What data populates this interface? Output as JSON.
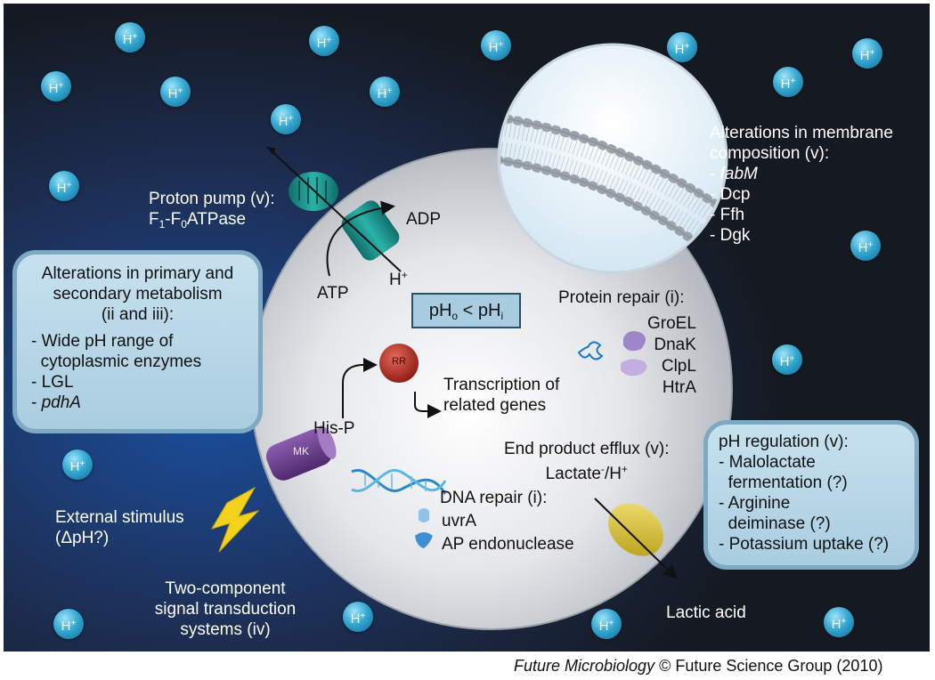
{
  "colors": {
    "background_dark": "#151a22",
    "background_blue": "#1a4f9e",
    "cell": "#d8dadd",
    "box_fill": "#b4d6e7",
    "box_border": "#7ea9c3",
    "proton": "#2b9ccb",
    "atpase": "#1a9a92",
    "mk": "#6a3a8c",
    "rr": "#b8241c",
    "efflux": "#d9c12a",
    "lightning": "#f2d21a"
  },
  "icons": [
    "proton-ion-icon",
    "atpase-icon",
    "mk-kinase-icon",
    "rr-regulator-icon",
    "lightning-icon",
    "dna-helix-icon",
    "efflux-transporter-icon",
    "membrane-bilayer-icon",
    "protein-chaperone-icon"
  ],
  "proton": {
    "label": "H",
    "charge": "+"
  },
  "proton_pump": {
    "line1": "Proton pump (v):",
    "f1": "F",
    "sub1": "1",
    "dash": "-F",
    "sub0": "0",
    "rest": "ATPase",
    "adp": "ADP",
    "atp": "ATP",
    "h": "H",
    "h_charge": "+"
  },
  "membrane": {
    "title1": "Alterations in membrane",
    "title2": "composition (v):",
    "items": [
      "fabM",
      "Dcp",
      "Ffh",
      "Dgk"
    ]
  },
  "metabolism": {
    "title1": "Alterations in primary and",
    "title2": "secondary metabolism",
    "title3": "(ii and iii):",
    "items": [
      "Wide pH range of",
      "cytoplasmic enzymes",
      "LGL",
      "pdhA"
    ]
  },
  "ph_box": {
    "ph": "pH",
    "o": "o",
    "lt": "<",
    "i": "i"
  },
  "protein_repair": {
    "title": "Protein repair (i):",
    "items": [
      "GroEL",
      "DnaK",
      "ClpL",
      "HtrA"
    ]
  },
  "signal": {
    "rr": "RR",
    "transcription1": "Transcription of",
    "transcription2": "related genes",
    "his_p": "His-P",
    "mk": "MK"
  },
  "end_product": {
    "title": "End product efflux (v):",
    "lactate": "Lactate",
    "lactate_charge": "-",
    "slash": "/H",
    "h_charge": "+",
    "lactic": "Lactic acid"
  },
  "ph_regulation": {
    "title": "pH regulation (v):",
    "items": [
      "Malolactate",
      "fermentation (?)",
      "Arginine",
      "deiminase (?)",
      "Potassium uptake (?)"
    ]
  },
  "dna_repair": {
    "title": "DNA repair (i):",
    "items": [
      "uvrA",
      "AP endonuclease"
    ]
  },
  "external": {
    "line1": "External stimulus",
    "line2": "(ΔpH?)"
  },
  "two_component": {
    "line1": "Two-component",
    "line2": "signal transduction",
    "line3": "systems (iv)"
  },
  "footer": {
    "journal": "Future Microbiology",
    "copyright": "© Future Science Group (2010)"
  }
}
